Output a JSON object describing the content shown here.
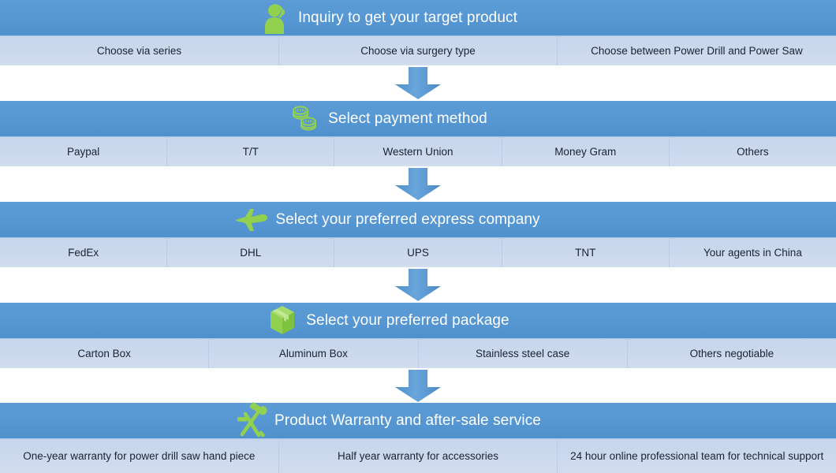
{
  "theme": {
    "band_blue": "#5c9bd5",
    "row_blue": "#cbd8ed",
    "icon_green": "#92d050",
    "title_color": "#ffffff",
    "text_color": "#1b2330",
    "arrow_blue": "#5b9bd5"
  },
  "sections": [
    {
      "icon": "headset-person-icon",
      "title": "Inquiry to get your target product",
      "options": [
        "Choose via series",
        "Choose via surgery type",
        "Choose  between Power Drill and Power Saw"
      ]
    },
    {
      "icon": "coins-icon",
      "title": "Select payment method",
      "options": [
        "Paypal",
        "T/T",
        "Western Union",
        "Money Gram",
        "Others"
      ]
    },
    {
      "icon": "airplane-icon",
      "title": "Select your preferred express company",
      "options": [
        "FedEx",
        "DHL",
        "UPS",
        "TNT",
        "Your agents in China"
      ]
    },
    {
      "icon": "box-package-icon",
      "title": "Select your preferred package",
      "options": [
        "Carton Box",
        "Aluminum Box",
        "Stainless steel case",
        "Others negotiable"
      ]
    },
    {
      "icon": "hammer-wrench-icon",
      "title": "Product Warranty and after-sale service",
      "options": [
        "One-year warranty for power drill saw hand piece",
        "Half year warranty for accessories",
        "24 hour online professional team for technical support"
      ]
    }
  ],
  "arrows": [
    {
      "name": "arrow-down-1"
    },
    {
      "name": "arrow-down-2"
    },
    {
      "name": "arrow-down-3"
    },
    {
      "name": "arrow-down-4"
    }
  ]
}
